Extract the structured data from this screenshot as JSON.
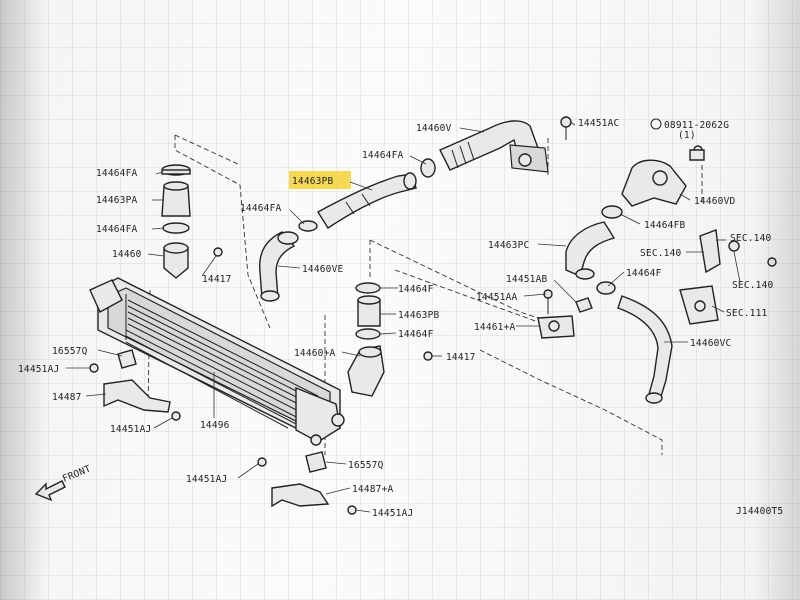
{
  "diagram": {
    "id_code": "J14400T5",
    "front_label": "FRONT",
    "highlighted_part": "14463PB",
    "labels": {
      "l_14460V": "14460V",
      "l_14451AC": "14451AC",
      "l_bolt_num": "08911-2062G",
      "l_bolt_qty": "(1)",
      "l_14464FA_top": "14464FA",
      "l_14463PB_top": "14463PB",
      "l_14464FA_mid": "14464FA",
      "l_14460VD": "14460VD",
      "l_14464FB": "14464FB",
      "l_14463PC": "14463PC",
      "l_SEC140_a": "SEC.140",
      "l_SEC140_b": "SEC.140",
      "l_SEC140_c": "SEC.140",
      "l_14464F_right": "14464F",
      "l_14451AB": "14451AB",
      "l_14451AA": "14451AA",
      "l_14461A": "14461+A",
      "l_SEC111": "SEC.111",
      "l_14460VC": "14460VC",
      "l_14464FA_l1": "14464FA",
      "l_14463PA": "14463PA",
      "l_14464FA_l2": "14464FA",
      "l_14460": "14460",
      "l_14417_l": "14417",
      "l_14460VE": "14460VE",
      "l_14464F_c": "14464F",
      "l_14463PB_c": "14463PB",
      "l_14464F_c2": "14464F",
      "l_14460A": "14460+A",
      "l_14417_c": "14417",
      "l_16557Q_l": "16557Q",
      "l_14451AJ_l": "14451AJ",
      "l_14487": "14487",
      "l_14451AJ_l2": "14451AJ",
      "l_14496": "14496",
      "l_16557Q_b": "16557Q",
      "l_14451AJ_b": "14451AJ",
      "l_14487A": "14487+A",
      "l_14451AJ_b2": "14451AJ"
    }
  }
}
